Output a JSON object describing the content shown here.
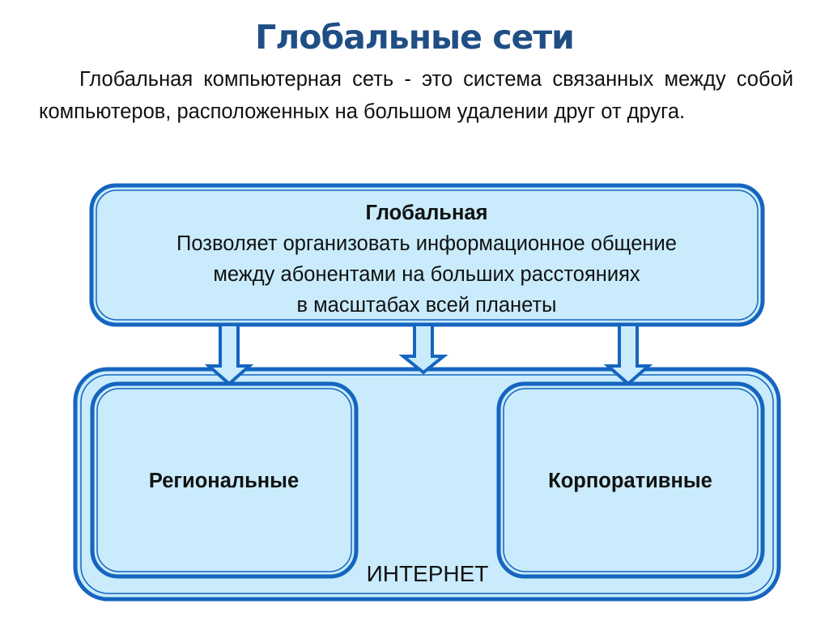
{
  "title": "Глобальные сети",
  "intro": "Глобальная компьютерная сеть  - это система связанных между собой компьютеров, расположенных на большом удалении друг от друга.",
  "global_box": {
    "heading": "Глобальная",
    "line1": "Позволяет организовать информационное общение",
    "line2": "между абонентами на больших расстояниях",
    "line3": "в  масштабах всей планеты"
  },
  "regional": "Региональные",
  "corporate": "Корпоративные",
  "internet": "ИНТЕРНЕТ",
  "colors": {
    "fill": "#c9ebfb",
    "border": "#1565c0",
    "title": "#1f4e85"
  }
}
